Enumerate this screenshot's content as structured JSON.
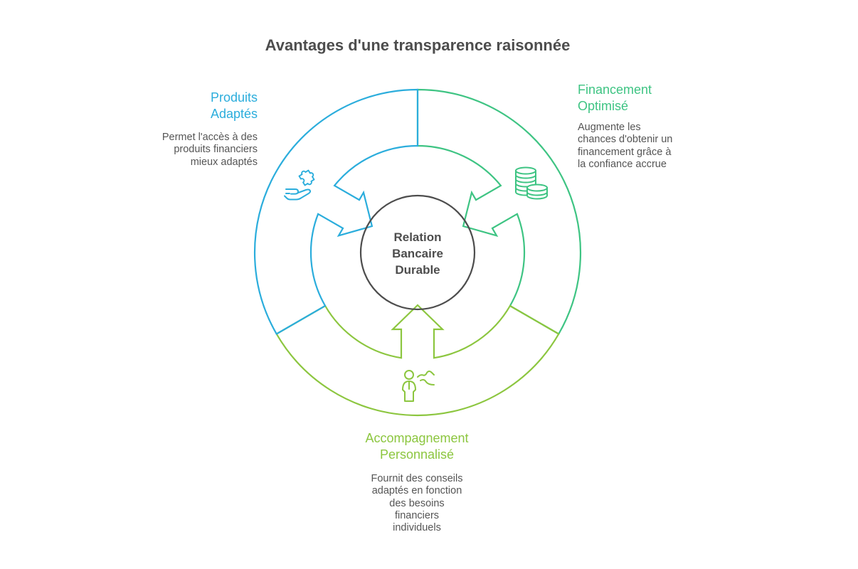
{
  "title": "Avantages d'une transparence raisonnée",
  "center": {
    "lines": [
      "Relation",
      "Bancaire",
      "Durable"
    ]
  },
  "segments": [
    {
      "title_lines": [
        "Produits",
        "Adaptés"
      ],
      "description_lines": [
        "Permet l'accès à des",
        "produits financiers",
        "mieux adaptés"
      ],
      "color": "#2BADDC",
      "icon": "hand-puzzle-icon"
    },
    {
      "title_lines": [
        "Financement",
        "Optimisé"
      ],
      "description_lines": [
        "Augmente les",
        "chances d'obtenir un",
        "financement grâce à",
        "la confiance accrue"
      ],
      "color": "#3EC483",
      "icon": "coins-stack-icon"
    },
    {
      "title_lines": [
        "Accompagnement",
        "Personnalisé"
      ],
      "description_lines": [
        "Fournit des conseils",
        "adaptés en fonction",
        "des besoins",
        "financiers",
        "individuels"
      ],
      "color": "#8CC63F",
      "icon": "advisor-person-icon"
    }
  ],
  "colors": {
    "title": "#4D4D4D",
    "description": "#555555",
    "center_circle": "#4D4D4D"
  }
}
